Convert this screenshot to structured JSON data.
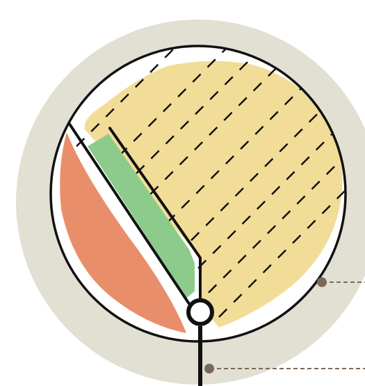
{
  "diagram": {
    "colors": {
      "background": "#ffffff",
      "outer_disc": "#e2e0d3",
      "inner_disc": "#ffffff",
      "outline": "#111111",
      "yellow_region": "#f2dd98",
      "orange_region": "#e98e6b",
      "green_region": "#8ccb8c",
      "leader_dot": "#7c6859",
      "leader_line": "#7c6859"
    },
    "hatch_style": "dashed diagonal",
    "leader_style": "dashed",
    "leader_count": 2
  }
}
